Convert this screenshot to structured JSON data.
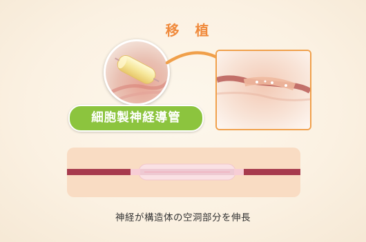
{
  "title": "移 植",
  "conduit_label": "細胞製神経導管",
  "caption": "神経が構造体の空洞部分を伸長",
  "colors": {
    "title_orange": "#f08a3c",
    "label_green": "#8cc43e",
    "arrow_orange": "#f0a04b",
    "nerve_red": "#a73a4d",
    "panel_peach": "#f9dcc3"
  }
}
